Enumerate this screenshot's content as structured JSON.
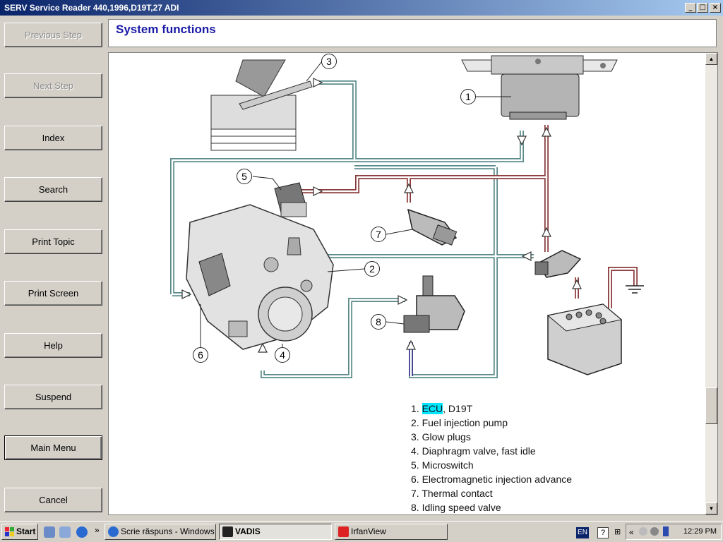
{
  "window": {
    "title": "SERV Service Reader 440,1996,D19T,27 ADI",
    "controls": [
      "_",
      "□",
      "×"
    ]
  },
  "nav": {
    "previous_step": "Previous Step",
    "next_step": "Next Step",
    "index": "Index",
    "search": "Search",
    "print_topic": "Print Topic",
    "print_screen": "Print Screen",
    "help": "Help",
    "suspend": "Suspend",
    "main_menu": "Main Menu",
    "cancel": "Cancel"
  },
  "header": {
    "title": "System functions"
  },
  "diagram": {
    "callouts": [
      "1",
      "2",
      "3",
      "4",
      "5",
      "6",
      "7",
      "8"
    ]
  },
  "legend": {
    "items": [
      {
        "num": "1.",
        "highlight": "ECU",
        "rest": ", D19T"
      },
      {
        "num": "2.",
        "text": "Fuel injection pump"
      },
      {
        "num": "3.",
        "text": "Glow plugs"
      },
      {
        "num": "4.",
        "text": "Diaphragm valve, fast idle"
      },
      {
        "num": "5.",
        "text": "Microswitch"
      },
      {
        "num": "6.",
        "text": "Electromagnetic injection advance"
      },
      {
        "num": "7.",
        "text": "Thermal contact"
      },
      {
        "num": "8.",
        "text": "Idling speed valve"
      }
    ]
  },
  "taskbar": {
    "start": "Start",
    "overflow": "»",
    "tasks": [
      {
        "label": "Scrie răspuns - Windows ..."
      },
      {
        "label": "VADIS"
      },
      {
        "label": "IrfanView"
      }
    ],
    "lang": "EN",
    "tray_overflow": "«",
    "clock": "12:29 PM"
  },
  "colors": {
    "title_blue": "#1a1aa6",
    "highlight": "#00e5ff",
    "line_teal": "#5a8a8a",
    "line_red": "#8a3a3a",
    "line_blue": "#3a3a8a"
  }
}
